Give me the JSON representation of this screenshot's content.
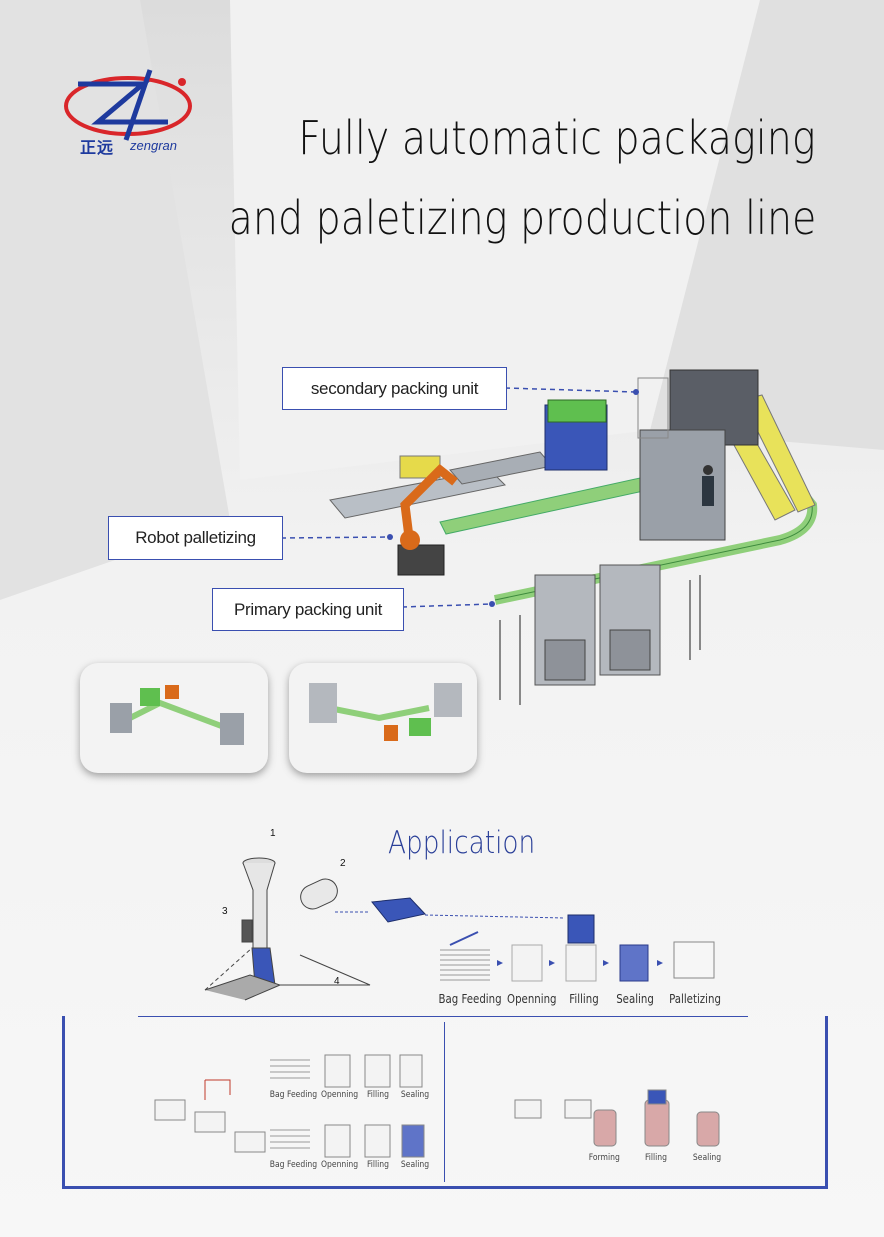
{
  "logo": {
    "chinese": "正远",
    "english": "zengran"
  },
  "title": {
    "line1": "Fully automatic packaging",
    "line2": "and paletizing production line"
  },
  "labels": {
    "secondary": "secondary packing unit",
    "robot": "Robot palletizing",
    "primary": "Primary packing unit"
  },
  "application": {
    "title": "Application",
    "numbers": [
      "1",
      "2",
      "3",
      "4"
    ],
    "steps": [
      "Bag Feeding",
      "Openning",
      "Filling",
      "Sealing",
      "Palletizing"
    ]
  },
  "left_panel": {
    "row1": [
      "Bag Feeding",
      "Openning",
      "Filling",
      "Sealing"
    ],
    "row2": [
      "Bag Feeding",
      "Openning",
      "Filling",
      "Sealing"
    ]
  },
  "right_panel": {
    "steps": [
      "Forming",
      "Filling",
      "Sealing"
    ]
  },
  "colors": {
    "accent": "#3a4fb0",
    "logo_red": "#d9262a",
    "conveyor_green": "#8fcf7a",
    "robot_orange": "#d96a1a"
  }
}
